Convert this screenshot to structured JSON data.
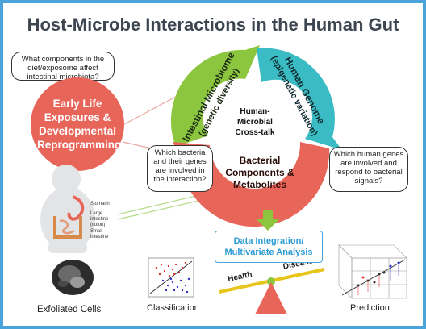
{
  "title": "Host-Microbe Interactions in the Human Gut",
  "questions": {
    "diet": "What components in the diet/exposome affect intestinal microbiota?",
    "bacteria": "Which bacteria and their genes are involved in the interaction?",
    "host": "Which human genes are involved and respond to bacterial signals?"
  },
  "early_life": "Early Life Exposures & Developmental Reprogramming",
  "cycle": {
    "center": "Human-Microbial Cross-talk",
    "microbiome": "Intestinal Microbiome",
    "microbiome_sub": "(genetic diversity)",
    "genome": "Human Genome",
    "genome_sub": "(epigenetic variation)",
    "metabolites": "Bacterial Components & Metabolites"
  },
  "anatomy": {
    "stomach": "Stomach",
    "large_intestine": "Large intestine (colon)",
    "small_intestine": "Small intestine"
  },
  "data_integration": "Data Integration/ Multivariate Analysis",
  "balance": {
    "left": "Health",
    "right": "Disease"
  },
  "captions": {
    "cells": "Exfoliated Cells",
    "classification": "Classification",
    "prediction": "Prediction"
  },
  "colors": {
    "green": "#8cc63f",
    "teal": "#3bbcc4",
    "red": "#e8655a",
    "border": "#4aa3d9"
  }
}
